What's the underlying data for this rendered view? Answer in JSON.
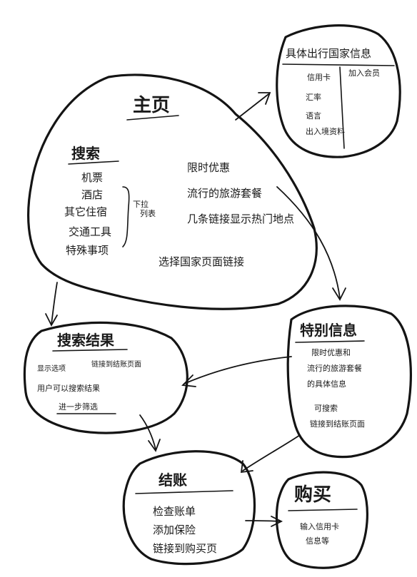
{
  "nodes": {
    "home": {
      "title": "主页",
      "search_heading": "搜索",
      "search_items": [
        "机票",
        "酒店",
        "其它住宿",
        "交通工具",
        "特殊事项"
      ],
      "search_side_note": [
        "下拉",
        "列表"
      ],
      "right_items": [
        "限时优惠",
        "流行的旅游套餐",
        "几条链接显示热门地点"
      ],
      "bottom_item": "选择国家页面链接"
    },
    "country": {
      "title": "具体出行国家信息",
      "items": [
        "信用卡",
        "加入会员",
        "汇率",
        "语言",
        "出入境资料"
      ]
    },
    "special": {
      "title": "特别信息",
      "items": [
        "限时优惠和",
        "流行的旅游套餐",
        "的具体信息",
        "可搜索",
        "链接到结账页面"
      ]
    },
    "results": {
      "title": "搜索结果",
      "items": [
        "显示选项",
        "链接到结账页面",
        "用户可以搜索结果",
        "进一步筛选"
      ]
    },
    "checkout": {
      "title": "结账",
      "items": [
        "检查账单",
        "添加保险",
        "链接到购买页"
      ]
    },
    "purchase": {
      "title": "购买",
      "items": [
        "输入信用卡",
        "信息等"
      ]
    }
  }
}
